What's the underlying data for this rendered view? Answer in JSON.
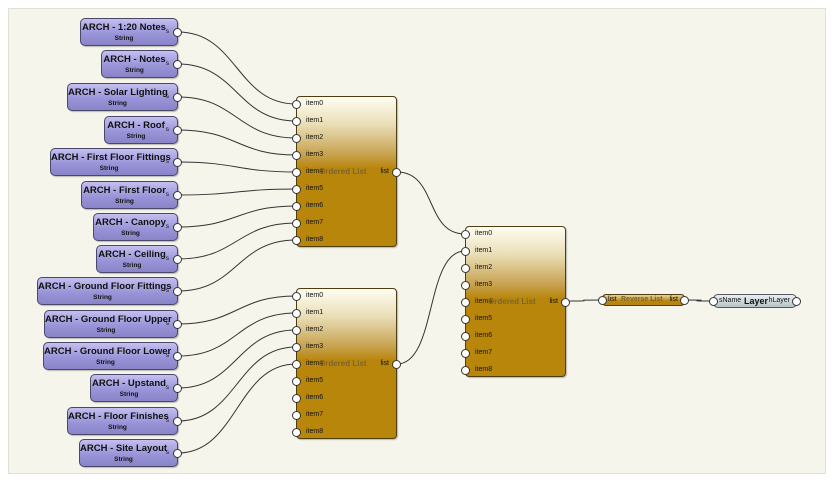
{
  "string_nodes": [
    {
      "title": "ARCH - 1:20 Notes",
      "type": "String",
      "port": "s"
    },
    {
      "title": "ARCH - Notes",
      "type": "String",
      "port": "s"
    },
    {
      "title": "ARCH - Solar Lighting",
      "type": "String",
      "port": "s"
    },
    {
      "title": "ARCH - Roof",
      "type": "String",
      "port": "s"
    },
    {
      "title": "ARCH - First Floor Fittings",
      "type": "String",
      "port": "s"
    },
    {
      "title": "ARCH - First Floor",
      "type": "String",
      "port": "s"
    },
    {
      "title": "ARCH - Canopy",
      "type": "String",
      "port": "s"
    },
    {
      "title": "ARCH - Ceiling",
      "type": "String",
      "port": "s"
    },
    {
      "title": "ARCH - Ground Floor Fittings",
      "type": "String",
      "port": "s"
    },
    {
      "title": "ARCH - Ground Floor Upper",
      "type": "String",
      "port": "s"
    },
    {
      "title": "ARCH - Ground Floor Lower",
      "type": "String",
      "port": "s"
    },
    {
      "title": "ARCH - Upstand",
      "type": "String",
      "port": "s"
    },
    {
      "title": "ARCH - Floor Finishes",
      "type": "String",
      "port": "s"
    },
    {
      "title": "ARCH - Site Layout",
      "type": "String",
      "port": "s"
    }
  ],
  "list_nodes": [
    {
      "title": "Ordered List",
      "output": "list",
      "inputs": [
        "item0",
        "item1",
        "item2",
        "item3",
        "item4",
        "item5",
        "item6",
        "item7",
        "item8"
      ]
    },
    {
      "title": "Ordered List",
      "output": "list",
      "inputs": [
        "item0",
        "item1",
        "item2",
        "item3",
        "item4",
        "item5",
        "item6",
        "item7",
        "item8"
      ]
    },
    {
      "title": "Ordered List",
      "output": "list",
      "inputs": [
        "item0",
        "item1",
        "item2",
        "item3",
        "item4",
        "item5",
        "item6",
        "item7",
        "item8"
      ]
    }
  ],
  "reverse_node": {
    "input": "list",
    "title": "Reverse List",
    "output": "list"
  },
  "layer_node": {
    "input": "sName",
    "title": "Layer",
    "output": "hLayer"
  },
  "colors": {
    "string_node": "#9a95d8",
    "list_node": "#b8860b",
    "layer_node": "#c8d2d4",
    "background": "#f6f5ec",
    "wire": "#333333"
  }
}
